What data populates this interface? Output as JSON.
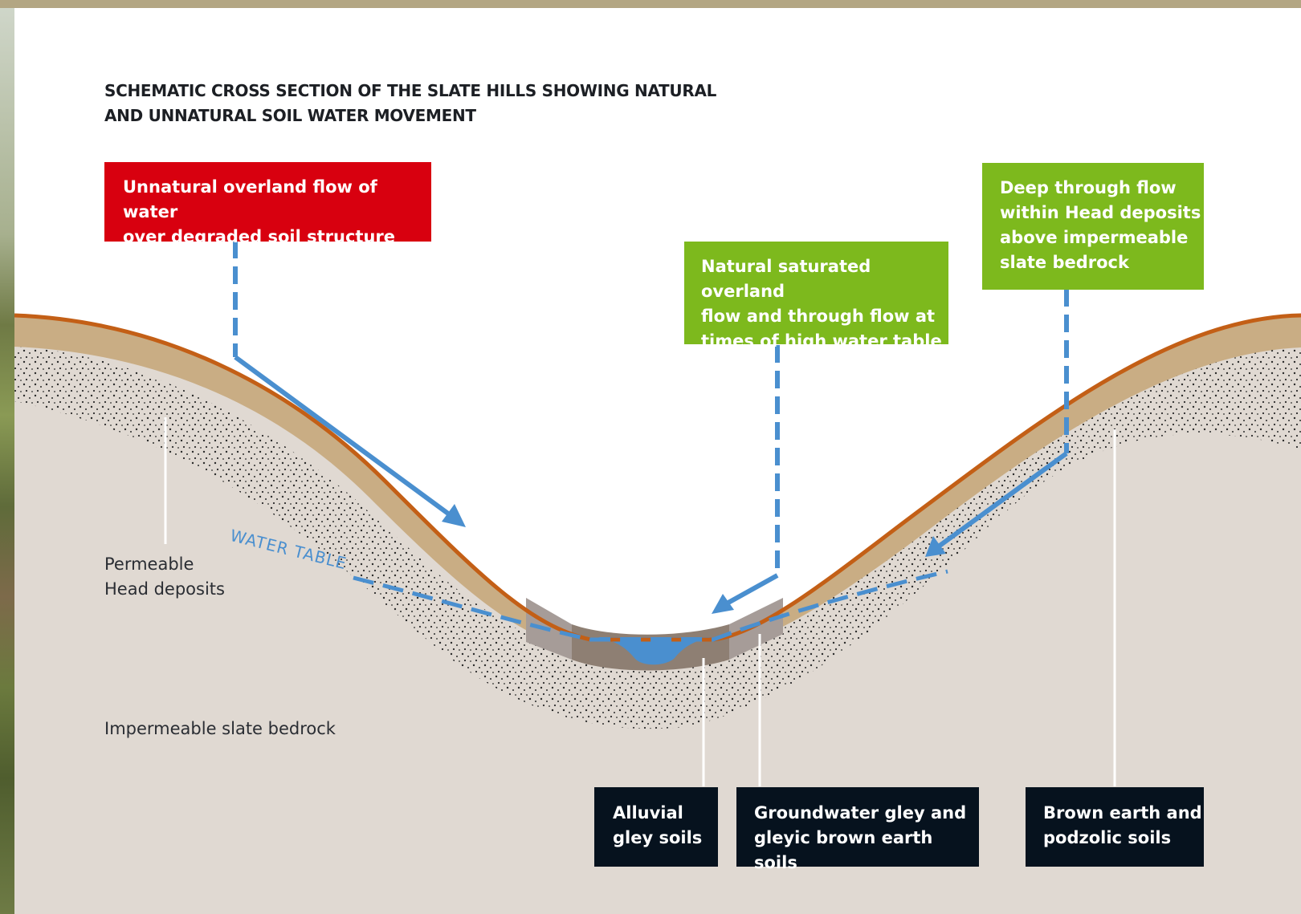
{
  "title": {
    "line1": "SCHEMATIC CROSS SECTION OF THE SLATE HILLS SHOWING NATURAL",
    "line2": "AND UNNATURAL SOIL WATER MOVEMENT"
  },
  "callouts": {
    "unnatural": {
      "line1": "Unnatural overland flow of water",
      "line2": "over degraded soil structure"
    },
    "natural_saturated": {
      "line1": "Natural saturated overland",
      "line2": "flow and through flow at",
      "line3": "times of high water table"
    },
    "deep_through": {
      "line1": "Deep through flow",
      "line2": "within Head deposits",
      "line3": "above impermeable",
      "line4": "slate bedrock"
    }
  },
  "labels": {
    "head_deposits": {
      "line1": "Permeable",
      "line2": "Head deposits"
    },
    "bedrock": "Impermeable slate bedrock",
    "water_table": "WATER TABLE"
  },
  "soil_boxes": {
    "alluvial": {
      "line1": "Alluvial",
      "line2": "gley soils"
    },
    "groundwater": {
      "line1": "Groundwater gley and",
      "line2": "gleyic brown earth soils"
    },
    "brown_earth": {
      "line1": "Brown earth and",
      "line2": "podzolic soils"
    }
  },
  "colors": {
    "background": "#e0d9d2",
    "soil_band": "#c9ad84",
    "surface_line": "#c35f16",
    "water": "#4a8fcf",
    "red_box": "#d8000f",
    "green_box": "#7db91d",
    "dark_box": "#06121e",
    "top_bar": "#b3a683"
  }
}
